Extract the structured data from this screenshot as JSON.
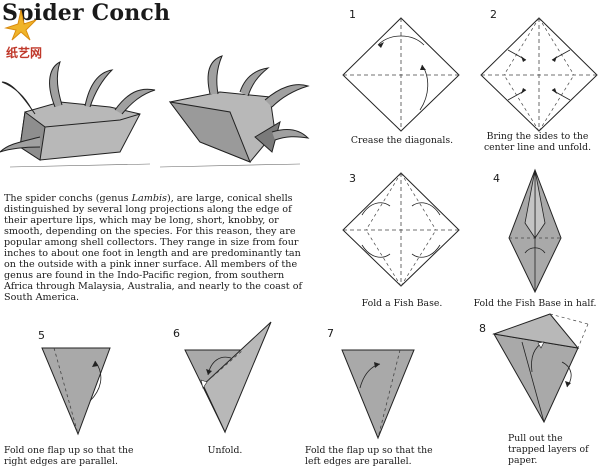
{
  "title": "Spider Conch",
  "watermark": {
    "text": "纸艺网",
    "color": "#c0392b",
    "icon": "origami-crane-logo"
  },
  "intro": {
    "genus_prefix": "The spider conchs (genus ",
    "genus": "Lambis",
    "body": "), are large, conical shells distinguished by several long projections along the edge of their aperture lips, which may be long, short, knobby, or smooth, depending on the species. For this reason, they are popular among shell collectors. They range in size from four inches to about one foot in length and are predominantly tan on the outside with a pink inner surface. All members of the genus are found in the Indo-Pacific region, from southern Africa through Malaysia, Australia, and nearly to the coast of South America."
  },
  "steps": [
    {
      "number": "1",
      "caption": "Crease the diagonals."
    },
    {
      "number": "2",
      "caption": "Bring the sides to the center line and unfold."
    },
    {
      "number": "3",
      "caption": "Fold a Fish Base."
    },
    {
      "number": "4",
      "caption": "Fold the Fish Base in half."
    },
    {
      "number": "5",
      "caption": "Fold one flap up so that the right edges are parallel."
    },
    {
      "number": "6",
      "caption": "Unfold."
    },
    {
      "number": "7",
      "caption": "Fold the flap up so that the left edges are parallel."
    },
    {
      "number": "8",
      "caption": "Pull out the trapped layers of paper."
    }
  ],
  "colors": {
    "paper": "#a9a9a9",
    "paper_dark": "#8a8a8a",
    "line": "#222222"
  }
}
